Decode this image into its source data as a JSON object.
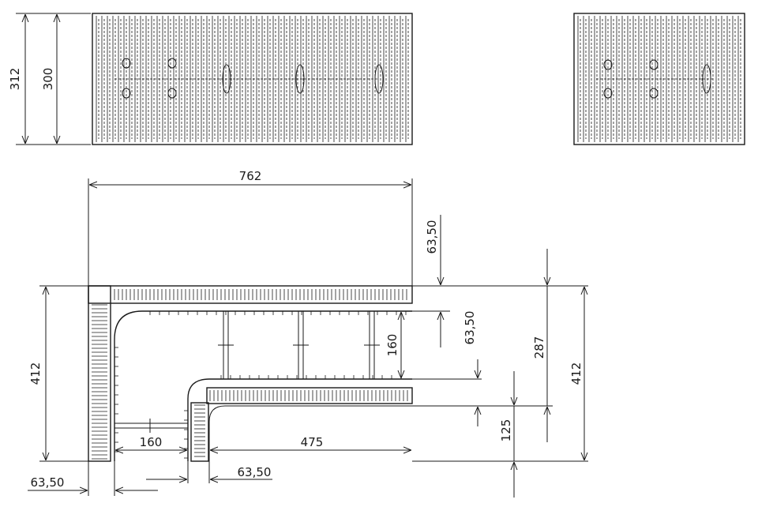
{
  "dimensions": {
    "height_312": "312",
    "height_300": "300",
    "width_762": "762",
    "top_63_50": "63,50",
    "height_412_left": "412",
    "height_412_right": "412",
    "mid_63_50": "63,50",
    "gap_160_vertical": "160",
    "height_287": "287",
    "height_125": "125",
    "width_160": "160",
    "width_475": "475",
    "bottom_left_63_50": "63,50",
    "bottom_mid_63_50": "63,50"
  }
}
